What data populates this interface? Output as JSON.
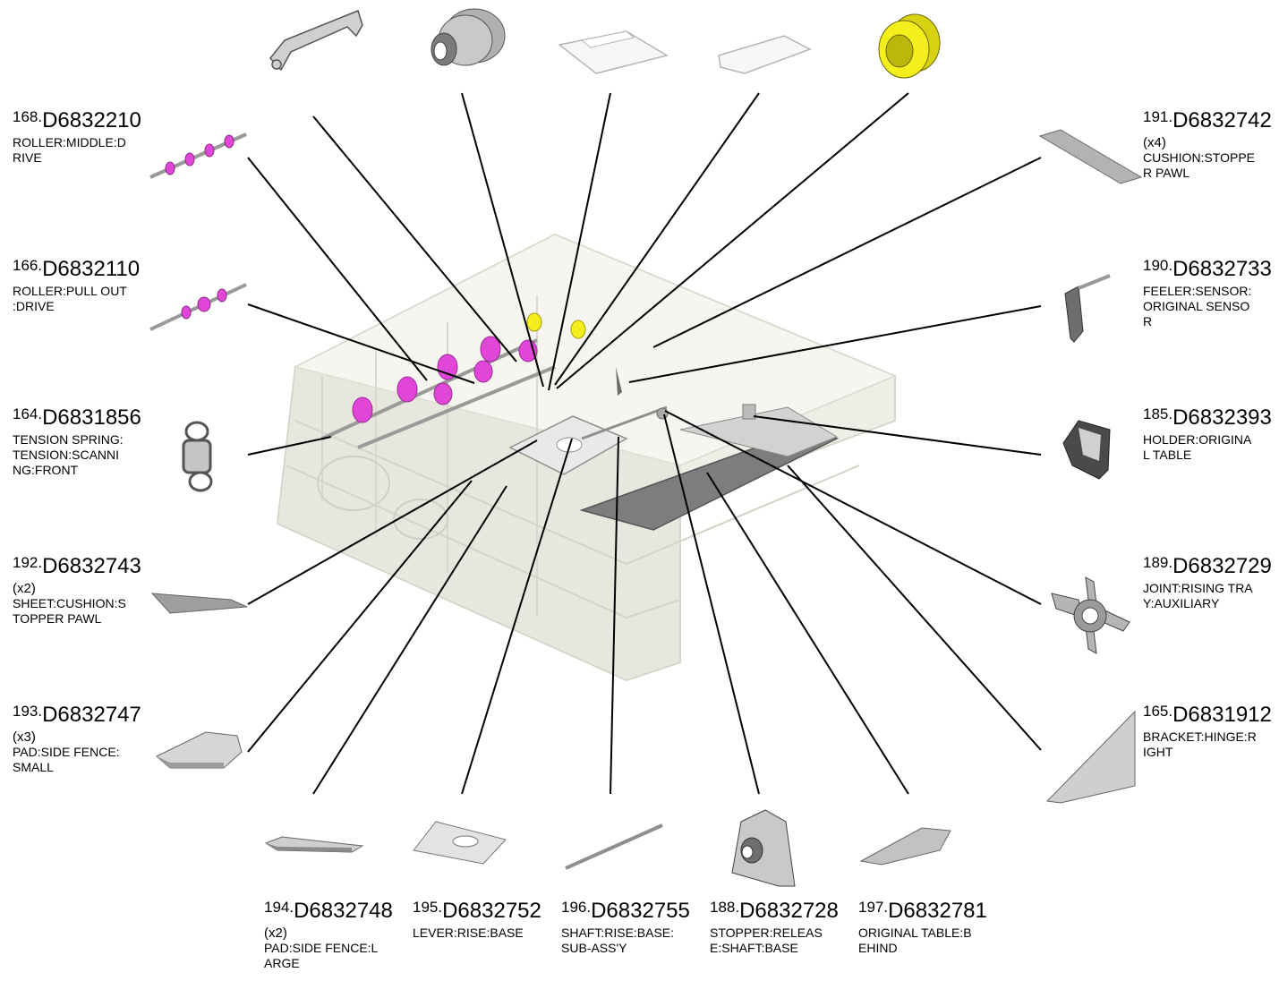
{
  "parts": [
    {
      "id": "p168",
      "num": "168.",
      "pn": "D6832210",
      "qty": "",
      "desc": "ROLLER:MIDDLE:D\nRIVE"
    },
    {
      "id": "p166",
      "num": "166.",
      "pn": "D6832110",
      "qty": "",
      "desc": "ROLLER:PULL OUT\n:DRIVE"
    },
    {
      "id": "p164",
      "num": "164.",
      "pn": "D6831856",
      "qty": "",
      "desc": "TENSION SPRING:\nTENSION:SCANNI\nNG:FRONT"
    },
    {
      "id": "p192",
      "num": "192.",
      "pn": "D6832743",
      "qty": "(x2)",
      "desc": "SHEET:CUSHION:S\nTOPPER PAWL"
    },
    {
      "id": "p193",
      "num": "193.",
      "pn": "D6832747",
      "qty": "(x3)",
      "desc": "PAD:SIDE FENCE:\nSMALL"
    },
    {
      "id": "p194",
      "num": "194.",
      "pn": "D6832748",
      "qty": "(x2)",
      "desc": "PAD:SIDE FENCE:L\nARGE"
    },
    {
      "id": "p195",
      "num": "195.",
      "pn": "D6832752",
      "qty": "",
      "desc": "LEVER:RISE:BASE"
    },
    {
      "id": "p196",
      "num": "196.",
      "pn": "D6832755",
      "qty": "",
      "desc": "SHAFT:RISE:BASE:\nSUB-ASS'Y"
    },
    {
      "id": "p188",
      "num": "188.",
      "pn": "D6832728",
      "qty": "",
      "desc": "STOPPER:RELEAS\nE:SHAFT:BASE"
    },
    {
      "id": "p197",
      "num": "197.",
      "pn": "D6832781",
      "qty": "",
      "desc": "ORIGINAL TABLE:B\nEHIND"
    },
    {
      "id": "p191",
      "num": "191.",
      "pn": "D6832742",
      "qty": "(x4)",
      "desc": "CUSHION:STOPPE\nR PAWL"
    },
    {
      "id": "p190",
      "num": "190.",
      "pn": "D6832733",
      "qty": "",
      "desc": "FEELER:SENSOR:\nORIGINAL SENSO\nR"
    },
    {
      "id": "p185",
      "num": "185.",
      "pn": "D6832393",
      "qty": "",
      "desc": "HOLDER:ORIGINA\nL TABLE"
    },
    {
      "id": "p189",
      "num": "189.",
      "pn": "D6832729",
      "qty": "",
      "desc": "JOINT:RISING TRA\nY:AUXILIARY"
    },
    {
      "id": "p165",
      "num": "165.",
      "pn": "D6831912",
      "qty": "",
      "desc": "BRACKET:HINGE:R\nIGHT"
    }
  ],
  "colors": {
    "leader": "#000000",
    "magenta": "#e046d8",
    "yellow": "#f3ee1c",
    "body": "#e7e6dc",
    "part": "#bdbdbd"
  }
}
